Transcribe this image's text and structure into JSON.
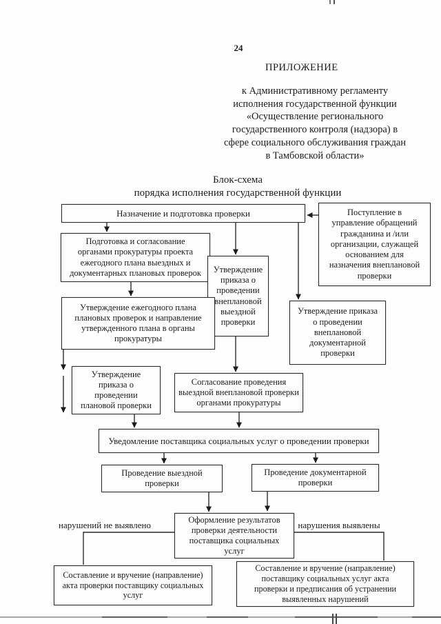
{
  "page": {
    "page_number": "24",
    "appendix_heading": "ПРИЛОЖЕНИЕ",
    "appendix_reference": "к Административному регламенту\nисполнения государственной функции\n«Осуществление регионального\nгосударственного контроля (надзора) в\nсфере социального обслуживания граждан\nв Тамбовской области»"
  },
  "flowchart": {
    "title": "Блок-схема\nпорядка исполнения государственной функции",
    "boxes": [
      {
        "id": "assign-prepare",
        "text": "Назначение и подготовка проверки"
      },
      {
        "id": "incoming-appeals",
        "text": "Поступление в\nуправление обращений\nгражданина и /или\nорганизации, служащей\nоснованием для\nназначения внеплановой\nпроверки"
      },
      {
        "id": "plan-draft",
        "text": "Подготовка и согласование\nорганами прокуратуры проекта\nежегодного плана выездных и\nдокументарных плановых проверок"
      },
      {
        "id": "unscheduled-onsite-order",
        "text": "Утверждение\nприказа о\nпроведении\nвнеплановой\nвыездной\nпроверки"
      },
      {
        "id": "unscheduled-documentary-order",
        "text": "Утверждение приказа\nо проведении\nвнеплановой\nдокументарной\nпроверки"
      },
      {
        "id": "annual-plan-approval",
        "text": "Утверждение ежегодного плана\nплановых проверок и направление\nутвержденного плана в органы\nпрокуратуры"
      },
      {
        "id": "scheduled-order",
        "text": "Утверждение\nприказа о\nпроведении\nплановой проверки"
      },
      {
        "id": "prosecutor-approval",
        "text": "Согласование проведения\nвыездной внеплановой проверки\nорганами прокуратуры"
      },
      {
        "id": "notify-provider",
        "text": "Уведомление поставщика социальных услуг о проведении проверки"
      },
      {
        "id": "onsite-inspection",
        "text": "Проведение выездной\nпроверки"
      },
      {
        "id": "documentary-inspection",
        "text": "Проведение документарной\nпроверки"
      },
      {
        "id": "results-registration",
        "text": "Оформление результатов\nпроверки деятельности\nпоставщика социальных\nуслуг"
      },
      {
        "id": "act-no-violations",
        "text": "Составление и вручение (направление)\nакта проверки поставщику социальных\nуслуг"
      },
      {
        "id": "act-with-order",
        "text": "Составление и вручение (направление)\nпоставщику социальных услуг акта\nпроверки и предписания об устранении\nвыявленных нарушений"
      }
    ],
    "branch_labels": {
      "left": "нарушений не выявлено",
      "right": "нарушения выявлены"
    }
  },
  "colors": {
    "ink": "#1b1b1b",
    "border": "#2b2b2b",
    "paper": "#fdfdfb",
    "scan_line": "#8d8d8d"
  }
}
